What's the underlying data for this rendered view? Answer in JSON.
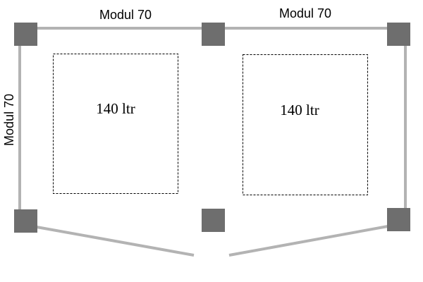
{
  "colors": {
    "frame": "#b3b3b3",
    "post": "#6e6e6e",
    "zone_border": "#000000",
    "text": "#000000",
    "background": "#ffffff"
  },
  "labels": {
    "top_left_module": "Modul 70",
    "top_right_module": "Modul 70",
    "left_side_module": "Modul 70",
    "left_zone": "140 ltr",
    "right_zone": "140 ltr"
  }
}
